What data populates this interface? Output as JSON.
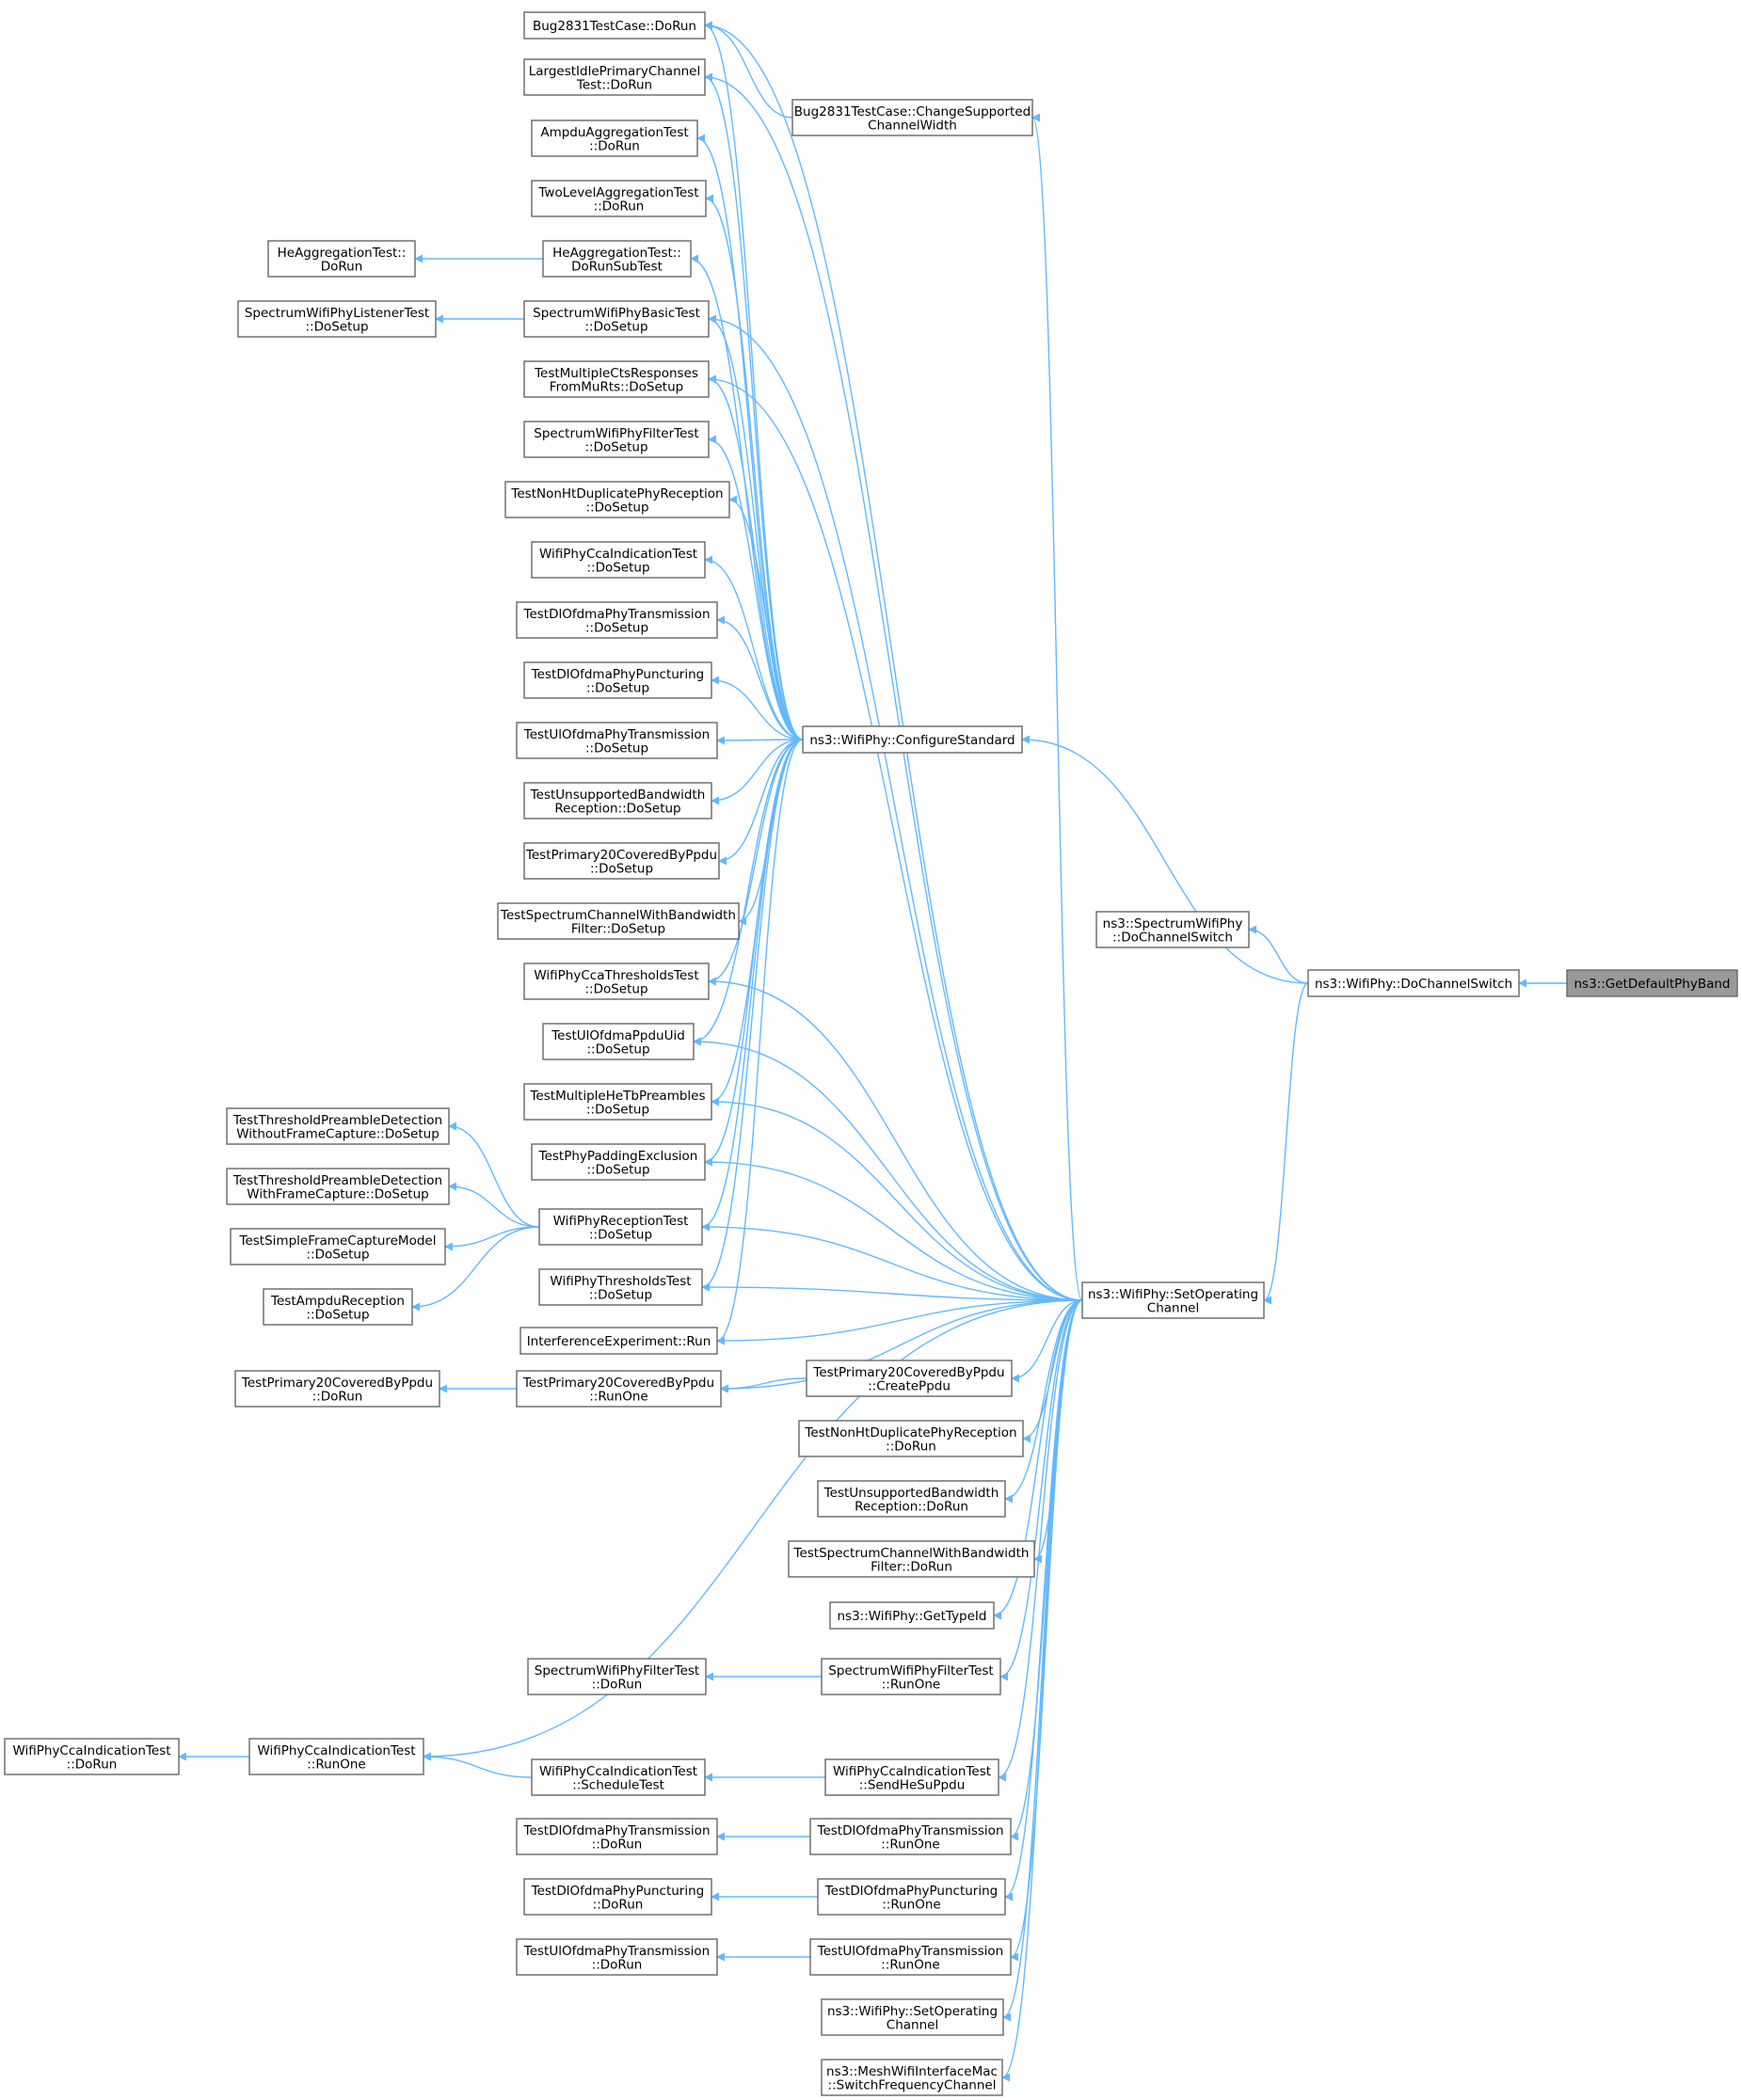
{
  "diagram": {
    "target": "ns3::GetDefaultPhyBand",
    "nodes": [
      {
        "id": "target",
        "lines": [
          "ns3::GetDefaultPhyBand"
        ]
      },
      {
        "id": "dcs",
        "lines": [
          "ns3::WifiPhy::DoChannelSwitch"
        ]
      },
      {
        "id": "sdcs",
        "lines": [
          "ns3::SpectrumWifiPhy",
          "::DoChannelSwitch"
        ]
      },
      {
        "id": "soc",
        "lines": [
          "ns3::WifiPhy::SetOperating",
          "Channel"
        ]
      },
      {
        "id": "cs",
        "lines": [
          "ns3::WifiPhy::ConfigureStandard"
        ]
      },
      {
        "id": "bugDoRun",
        "lines": [
          "Bug2831TestCase::DoRun"
        ]
      },
      {
        "id": "bugCSCW",
        "lines": [
          "Bug2831TestCase::ChangeSupported",
          "ChannelWidth"
        ]
      },
      {
        "id": "lipct",
        "lines": [
          "LargestIdlePrimaryChannel",
          "Test::DoRun"
        ]
      },
      {
        "id": "ampdu",
        "lines": [
          "AmpduAggregationTest",
          "::DoRun"
        ]
      },
      {
        "id": "twolevel",
        "lines": [
          "TwoLevelAggregationTest",
          "::DoRun"
        ]
      },
      {
        "id": "heSub",
        "lines": [
          "HeAggregationTest::",
          "DoRunSubTest"
        ]
      },
      {
        "id": "heDoRun",
        "lines": [
          "HeAggregationTest::",
          "DoRun"
        ]
      },
      {
        "id": "swpbt",
        "lines": [
          "SpectrumWifiPhyBasicTest",
          "::DoSetup"
        ]
      },
      {
        "id": "swplt",
        "lines": [
          "SpectrumWifiPhyListenerTest",
          "::DoSetup"
        ]
      },
      {
        "id": "tmcts",
        "lines": [
          "TestMultipleCtsResponses",
          "FromMuRts::DoSetup"
        ]
      },
      {
        "id": "swpft",
        "lines": [
          "SpectrumWifiPhyFilterTest",
          "::DoSetup"
        ]
      },
      {
        "id": "tnhdpr",
        "lines": [
          "TestNonHtDuplicatePhyReception",
          "::DoSetup"
        ]
      },
      {
        "id": "wpcit",
        "lines": [
          "WifiPhyCcaIndicationTest",
          "::DoSetup"
        ]
      },
      {
        "id": "tdlot",
        "lines": [
          "TestDlOfdmaPhyTransmission",
          "::DoSetup"
        ]
      },
      {
        "id": "tdlop",
        "lines": [
          "TestDlOfdmaPhyPuncturing",
          "::DoSetup"
        ]
      },
      {
        "id": "tulot",
        "lines": [
          "TestUlOfdmaPhyTransmission",
          "::DoSetup"
        ]
      },
      {
        "id": "tubr",
        "lines": [
          "TestUnsupportedBandwidth",
          "Reception::DoSetup"
        ]
      },
      {
        "id": "tp20",
        "lines": [
          "TestPrimary20CoveredByPpdu",
          "::DoSetup"
        ]
      },
      {
        "id": "tscwbf",
        "lines": [
          "TestSpectrumChannelWithBandwidth",
          "Filter::DoSetup"
        ]
      },
      {
        "id": "wpctt",
        "lines": [
          "WifiPhyCcaThresholdsTest",
          "::DoSetup"
        ]
      },
      {
        "id": "tuopu",
        "lines": [
          "TestUlOfdmaPpduUid",
          "::DoSetup"
        ]
      },
      {
        "id": "tmhtp",
        "lines": [
          "TestMultipleHeTbPreambles",
          "::DoSetup"
        ]
      },
      {
        "id": "tppe",
        "lines": [
          "TestPhyPaddingExclusion",
          "::DoSetup"
        ]
      },
      {
        "id": "ttpdwo",
        "lines": [
          "TestThresholdPreambleDetection",
          "WithoutFrameCapture::DoSetup"
        ]
      },
      {
        "id": "ttpdw",
        "lines": [
          "TestThresholdPreambleDetection",
          "WithFrameCapture::DoSetup"
        ]
      },
      {
        "id": "tsfcm",
        "lines": [
          "TestSimpleFrameCaptureModel",
          "::DoSetup"
        ]
      },
      {
        "id": "tar",
        "lines": [
          "TestAmpduReception",
          "::DoSetup"
        ]
      },
      {
        "id": "wprt",
        "lines": [
          "WifiPhyReceptionTest",
          "::DoSetup"
        ]
      },
      {
        "id": "wptt",
        "lines": [
          "WifiPhyThresholdsTest",
          "::DoSetup"
        ]
      },
      {
        "id": "ier",
        "lines": [
          "InterferenceExperiment::Run"
        ]
      },
      {
        "id": "tp20DoRun",
        "lines": [
          "TestPrimary20CoveredByPpdu",
          "::DoRun"
        ]
      },
      {
        "id": "tp20RunOne",
        "lines": [
          "TestPrimary20CoveredByPpdu",
          "::RunOne"
        ]
      },
      {
        "id": "tp20Create",
        "lines": [
          "TestPrimary20CoveredByPpdu",
          "::CreatePpdu"
        ]
      },
      {
        "id": "tnhdprDoRun",
        "lines": [
          "TestNonHtDuplicatePhyReception",
          "::DoRun"
        ]
      },
      {
        "id": "tubrDoRun",
        "lines": [
          "TestUnsupportedBandwidth",
          "Reception::DoRun"
        ]
      },
      {
        "id": "tscwbfDoRun",
        "lines": [
          "TestSpectrumChannelWithBandwidth",
          "Filter::DoRun"
        ]
      },
      {
        "id": "gettype",
        "lines": [
          "ns3::WifiPhy::GetTypeId"
        ]
      },
      {
        "id": "swpftDoRun",
        "lines": [
          "SpectrumWifiPhyFilterTest",
          "::DoRun"
        ]
      },
      {
        "id": "swpftRunOne",
        "lines": [
          "SpectrumWifiPhyFilterTest",
          "::RunOne"
        ]
      },
      {
        "id": "wpcitDoRun",
        "lines": [
          "WifiPhyCcaIndicationTest",
          "::DoRun"
        ]
      },
      {
        "id": "wpcitRunOne",
        "lines": [
          "WifiPhyCcaIndicationTest",
          "::RunOne"
        ]
      },
      {
        "id": "wpcitSched",
        "lines": [
          "WifiPhyCcaIndicationTest",
          "::ScheduleTest"
        ]
      },
      {
        "id": "wpcitSend",
        "lines": [
          "WifiPhyCcaIndicationTest",
          "::SendHeSuPpdu"
        ]
      },
      {
        "id": "tdlotDoRun",
        "lines": [
          "TestDlOfdmaPhyTransmission",
          "::DoRun"
        ]
      },
      {
        "id": "tdlotRunOne",
        "lines": [
          "TestDlOfdmaPhyTransmission",
          "::RunOne"
        ]
      },
      {
        "id": "tdlopDoRun",
        "lines": [
          "TestDlOfdmaPhyPuncturing",
          "::DoRun"
        ]
      },
      {
        "id": "tdlopRunOne",
        "lines": [
          "TestDlOfdmaPhyPuncturing",
          "::RunOne"
        ]
      },
      {
        "id": "tulotDoRun",
        "lines": [
          "TestUlOfdmaPhyTransmission",
          "::DoRun"
        ]
      },
      {
        "id": "tulotRunOne",
        "lines": [
          "TestUlOfdmaPhyTransmission",
          "::RunOne"
        ]
      },
      {
        "id": "soc2",
        "lines": [
          "ns3::WifiPhy::SetOperating",
          "Channel"
        ]
      },
      {
        "id": "mwim",
        "lines": [
          "ns3::MeshWifiInterfaceMac",
          "::SwitchFrequencyChannel"
        ]
      }
    ],
    "edges": [
      [
        "dcs",
        "target"
      ],
      [
        "sdcs",
        "dcs"
      ],
      [
        "cs",
        "dcs"
      ],
      [
        "soc",
        "dcs"
      ],
      [
        "bugDoRun",
        "cs"
      ],
      [
        "bugDoRun",
        "bugCSCW"
      ],
      [
        "bugDoRun",
        "soc"
      ],
      [
        "bugCSCW",
        "soc"
      ],
      [
        "lipct",
        "cs"
      ],
      [
        "lipct",
        "soc"
      ],
      [
        "ampdu",
        "cs"
      ],
      [
        "twolevel",
        "cs"
      ],
      [
        "heSub",
        "cs"
      ],
      [
        "heDoRun",
        "heSub"
      ],
      [
        "swpbt",
        "cs"
      ],
      [
        "swpbt",
        "soc"
      ],
      [
        "swplt",
        "swpbt"
      ],
      [
        "tmcts",
        "cs"
      ],
      [
        "tmcts",
        "soc"
      ],
      [
        "swpft",
        "cs"
      ],
      [
        "tnhdpr",
        "cs"
      ],
      [
        "wpcit",
        "cs"
      ],
      [
        "tdlot",
        "cs"
      ],
      [
        "tdlop",
        "cs"
      ],
      [
        "tulot",
        "cs"
      ],
      [
        "tubr",
        "cs"
      ],
      [
        "tp20",
        "cs"
      ],
      [
        "tscwbf",
        "cs"
      ],
      [
        "wpctt",
        "cs"
      ],
      [
        "wpctt",
        "soc"
      ],
      [
        "tuopu",
        "cs"
      ],
      [
        "tuopu",
        "soc"
      ],
      [
        "tmhtp",
        "cs"
      ],
      [
        "tmhtp",
        "soc"
      ],
      [
        "tppe",
        "cs"
      ],
      [
        "tppe",
        "soc"
      ],
      [
        "wprt",
        "cs"
      ],
      [
        "wprt",
        "soc"
      ],
      [
        "ttpdwo",
        "wprt"
      ],
      [
        "ttpdw",
        "wprt"
      ],
      [
        "tsfcm",
        "wprt"
      ],
      [
        "tar",
        "wprt"
      ],
      [
        "wptt",
        "cs"
      ],
      [
        "wptt",
        "soc"
      ],
      [
        "ier",
        "cs"
      ],
      [
        "ier",
        "soc"
      ],
      [
        "tp20DoRun",
        "tp20RunOne"
      ],
      [
        "tp20RunOne",
        "soc"
      ],
      [
        "tp20RunOne",
        "tp20Create"
      ],
      [
        "tp20Create",
        "soc"
      ],
      [
        "tnhdprDoRun",
        "soc"
      ],
      [
        "tubrDoRun",
        "soc"
      ],
      [
        "tscwbfDoRun",
        "soc"
      ],
      [
        "gettype",
        "soc"
      ],
      [
        "swpftDoRun",
        "swpftRunOne"
      ],
      [
        "swpftRunOne",
        "soc"
      ],
      [
        "wpcitDoRun",
        "wpcitRunOne"
      ],
      [
        "wpcitRunOne",
        "soc"
      ],
      [
        "wpcitRunOne",
        "wpcitSched"
      ],
      [
        "wpcitSched",
        "wpcitSend"
      ],
      [
        "wpcitSend",
        "soc"
      ],
      [
        "tdlotDoRun",
        "tdlotRunOne"
      ],
      [
        "tdlotRunOne",
        "soc"
      ],
      [
        "tdlopDoRun",
        "tdlopRunOne"
      ],
      [
        "tdlopRunOne",
        "soc"
      ],
      [
        "tulotDoRun",
        "tulotRunOne"
      ],
      [
        "tulotRunOne",
        "soc"
      ],
      [
        "soc2",
        "soc"
      ],
      [
        "mwim",
        "soc"
      ]
    ]
  }
}
